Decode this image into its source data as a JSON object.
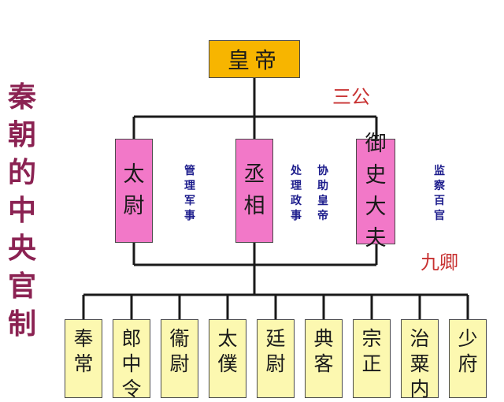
{
  "side_title": "秦朝的中央官制",
  "emperor": "皇帝",
  "sangong_label": "三公",
  "jiuqing_label": "九卿",
  "sangong": [
    {
      "name": "太尉",
      "duty": "管理军事"
    },
    {
      "name": "丞相",
      "duty": "处理政事",
      "duty2": "协助皇帝"
    },
    {
      "name": "御史大夫",
      "duty": "监察百官"
    }
  ],
  "jiuqing": [
    "奉常",
    "郎中令",
    "衞尉",
    "太僕",
    "廷尉",
    "典客",
    "宗正",
    "治粟内",
    "少府"
  ],
  "colors": {
    "emperor_box": "#f7b500",
    "sangong_box": "#f278c8",
    "jiuqing_box": "#fcf8b0",
    "title_text": "#8b2252",
    "label_red": "#c83232",
    "duty_text": "#1c1c8c"
  }
}
